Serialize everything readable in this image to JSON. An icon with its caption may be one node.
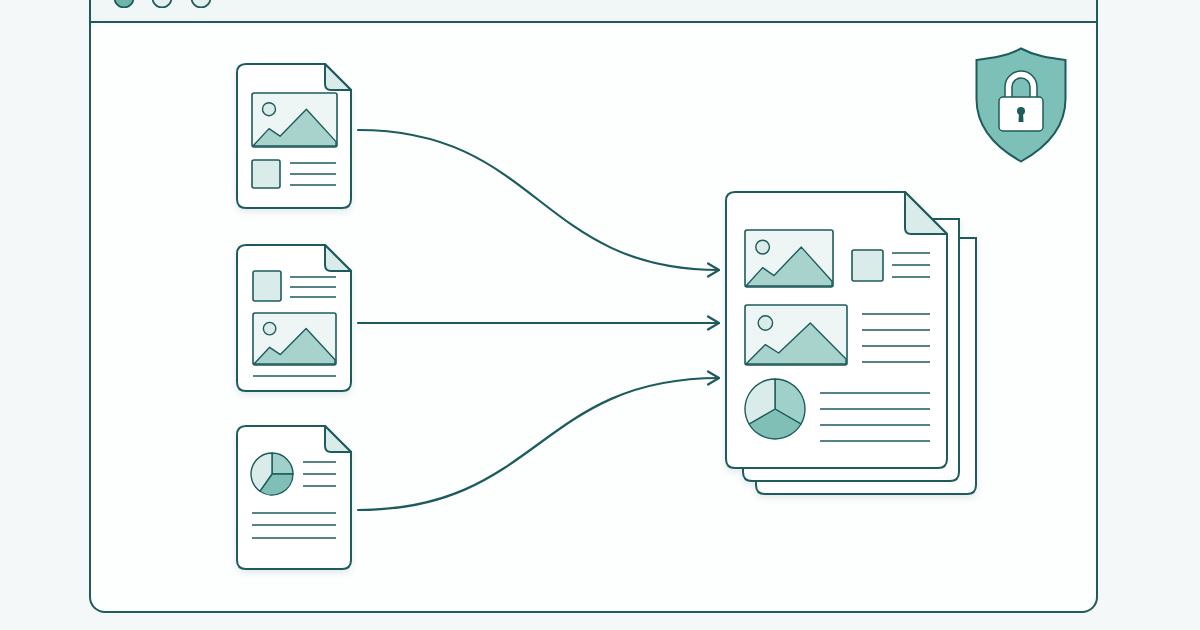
{
  "diagram": {
    "nodes": [
      {
        "text": [],
        "shape": "document"
      },
      {
        "text": [],
        "shape": "document"
      },
      {
        "text": [],
        "shape": "document"
      },
      {
        "text": [],
        "shape": "document"
      }
    ],
    "edges": [
      {
        "from": 0,
        "to": 3,
        "arrow": "to"
      },
      {
        "from": 1,
        "to": 3,
        "arrow": "to"
      },
      {
        "from": 2,
        "to": 3,
        "arrow": "to"
      }
    ]
  }
}
